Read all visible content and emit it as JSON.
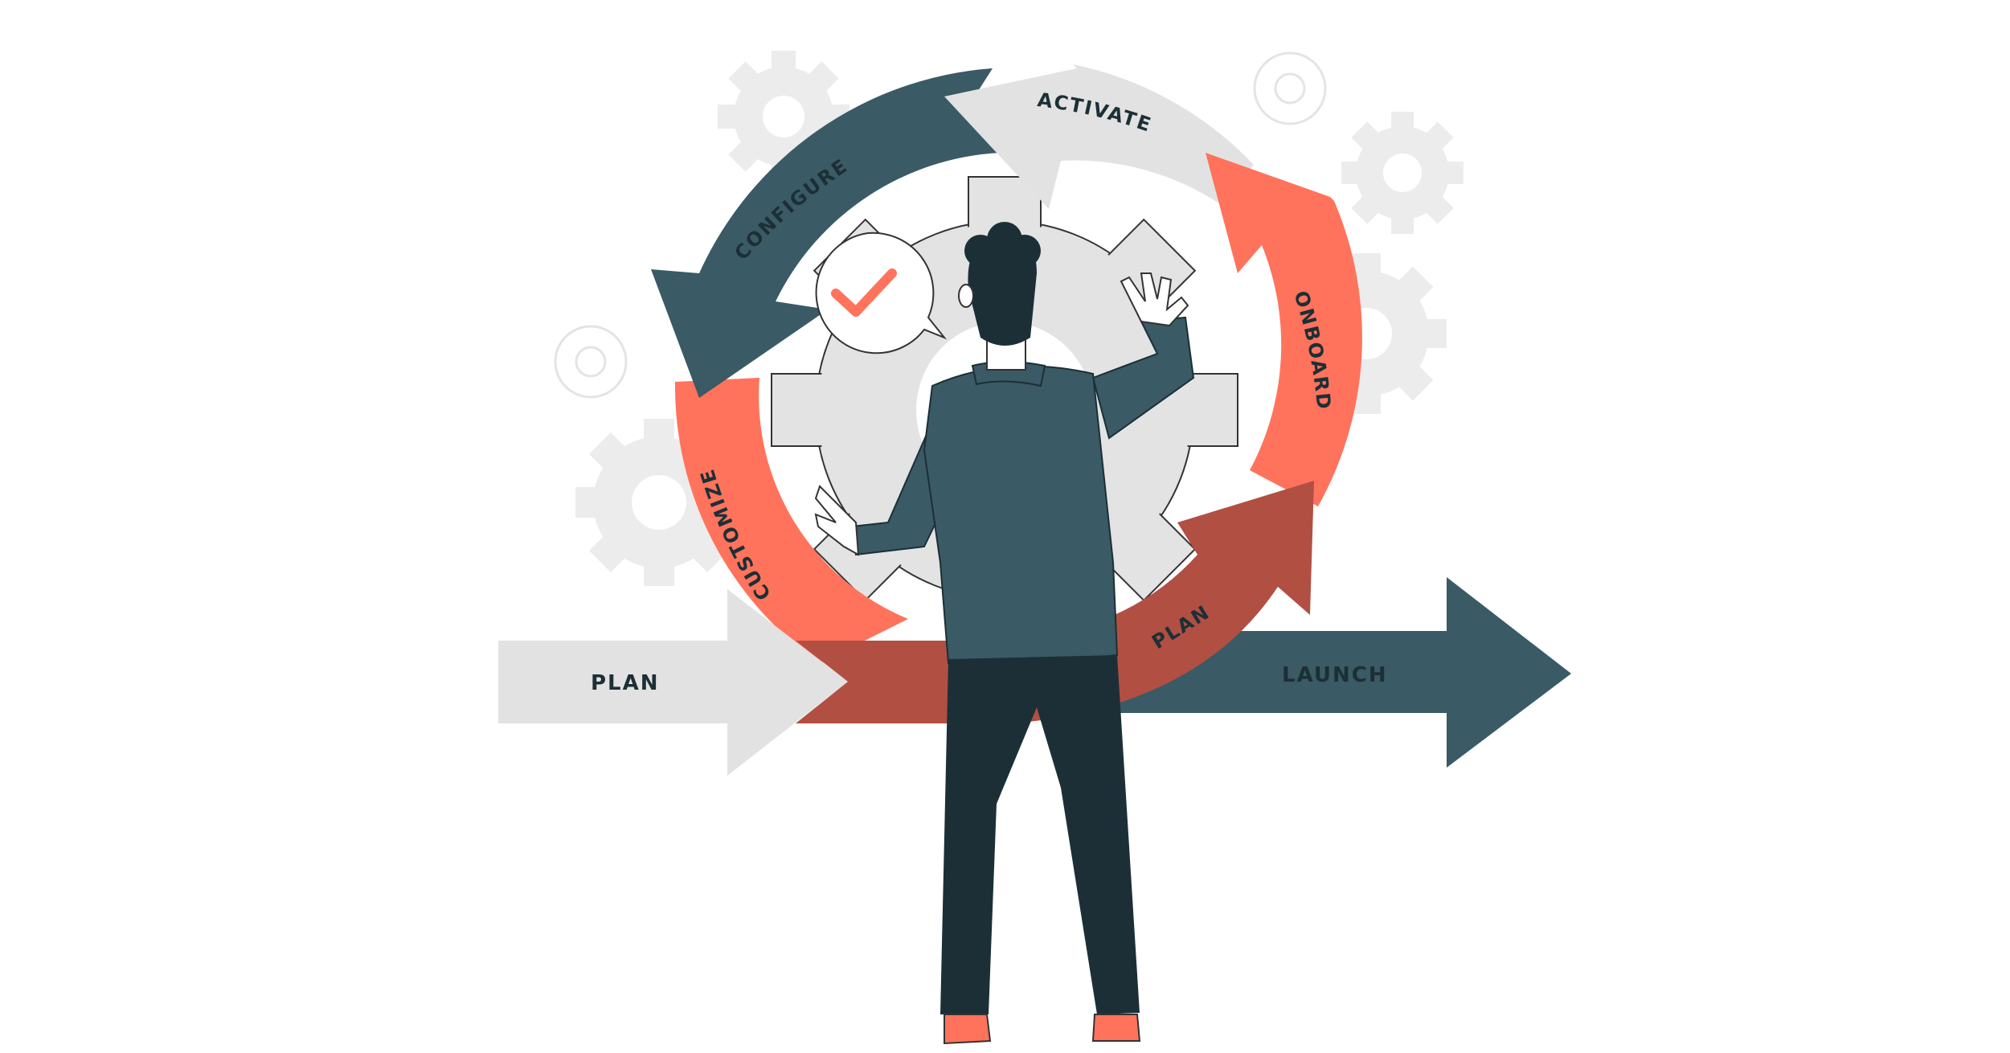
{
  "labels": {
    "configure": "CONFIGURE",
    "activate": "ACTIVATE",
    "onboard": "ONBOARD",
    "customize": "CUSTOMIZE",
    "plan_inner": "PLAN",
    "plan_left": "PLAN",
    "launch": "LAUNCH"
  },
  "colors": {
    "dark_teal": "#3A5A65",
    "coral": "#FF735C",
    "brick": "#B14F43",
    "light_gray": "#E2E2E2",
    "gear_gray": "#EBEBEB",
    "pants": "#1C2F36",
    "check": "#FF735C"
  },
  "icons": {
    "check": "check-icon",
    "gear": "gear-icon"
  }
}
